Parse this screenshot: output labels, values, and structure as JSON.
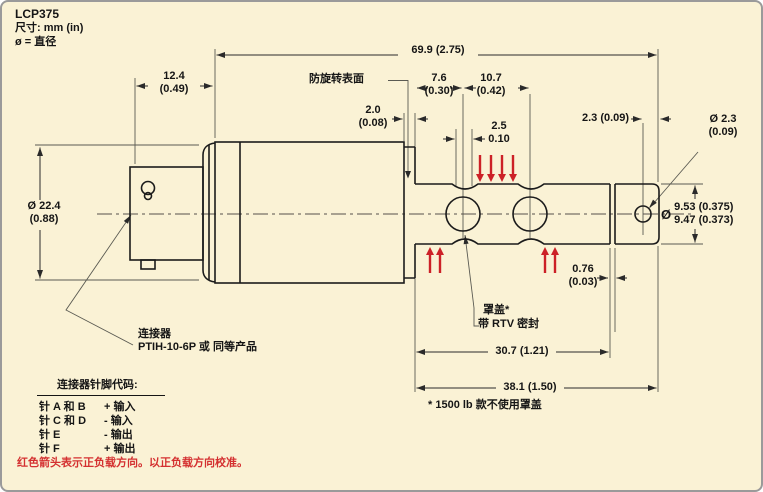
{
  "colors": {
    "background": "#FAF2D5",
    "outline": "#1B1B1B",
    "dimension_line": "#2A2A2A",
    "load_arrow_red": "#CC2127",
    "note_red": "#D43030"
  },
  "header": {
    "model": "LCP375",
    "units": "尺寸:  mm (in)",
    "dia_note": "ø = 直径"
  },
  "dims": {
    "overall": "69.9 (2.75)",
    "connector_len": {
      "mm": "12.4",
      "in": "(0.49)"
    },
    "step": {
      "mm": "2.0",
      "in": "(0.08)"
    },
    "hole1_offset": {
      "mm": "7.6",
      "in": "(0.30)"
    },
    "hole_spacing": {
      "mm": "10.7",
      "in": "(0.42)"
    },
    "notch": {
      "mm": "2.5",
      "in": "0.10"
    },
    "end_hole_offset": "2.3 (0.09)",
    "end_hole_dia": {
      "l1": "Ø 2.3",
      "l2": "(0.09)"
    },
    "beam_dia": {
      "sym": "Ø",
      "max": "9.53 (0.375)",
      "min": "9.47 (0.373)"
    },
    "groove": {
      "mm": "0.76",
      "in": "(0.03)"
    },
    "cover_len": "30.7 (1.21)",
    "beam_len": "38.1 (1.50)",
    "body_dia": {
      "l1": "Ø 22.4",
      "l2": "(0.88)"
    }
  },
  "labels": {
    "anti_rotation": "防旋转表面",
    "connector_line1": "连接器",
    "connector_line2": "PTIH-10-6P 或 同等产品",
    "cover_line1": "罩盖*",
    "cover_line2": "带 RTV 密封",
    "cover_note": "* 1500 lb 款不使用罩盖"
  },
  "pin_table": {
    "title": "连接器针脚代码:",
    "rows": [
      {
        "pin": "针 A 和 B",
        "signal": "+ 输入"
      },
      {
        "pin": "针 C 和 D",
        "signal": "- 输入"
      },
      {
        "pin": "针 E",
        "signal": "- 输出"
      },
      {
        "pin": "针 F",
        "signal": "+ 输出"
      }
    ]
  },
  "footer": {
    "load_note": "红色箭头表示正负载方向。以正负载方向校准。"
  }
}
